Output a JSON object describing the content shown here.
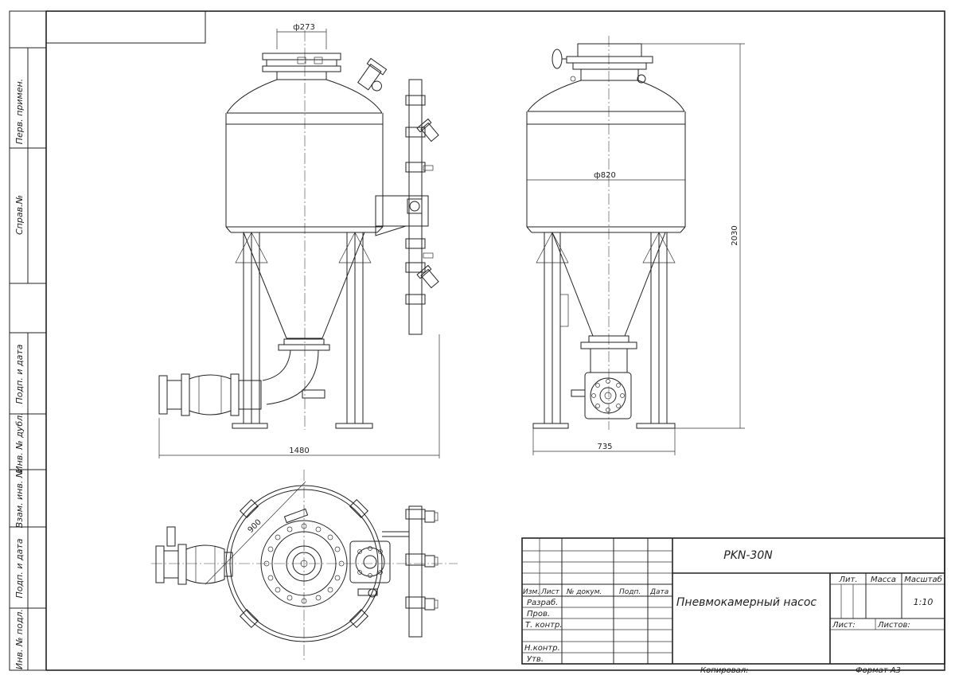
{
  "side_stamp": {
    "perv_primen": "Перв. примен.",
    "sprav_no": "Справ.№",
    "podp_data_1": "Подп. и дата",
    "inv_dubl": "Инв. № дубл.",
    "vzam_inv": "Взам. инв. №",
    "podp_data_2": "Подп. и дата",
    "inv_podl": "Инв. № подл."
  },
  "dimensions": {
    "top_flange": "ф273",
    "body_diameter": "ф820",
    "height": "2030",
    "width_front": "1480",
    "width_side": "735",
    "plan_diameter": "900"
  },
  "title_block": {
    "designation": "PKN-30N",
    "name": "Пневмокамерный насос",
    "col_izm": "Изм.",
    "col_list": "Лист",
    "col_doc": "№ докум.",
    "col_podp": "Подп.",
    "col_data": "Дата",
    "razrab": "Разраб.",
    "prov": "Пров.",
    "t_kontr": "Т. контр.",
    "n_kontr": "Н.контр.",
    "utv": "Утв.",
    "lit": "Лит.",
    "massa": "Масса",
    "masshtab": "Масштаб",
    "scale_value": "1:10",
    "list": "Лист:",
    "listov": "Листов:",
    "kopiroval": "Копировал:",
    "format": "Формат А3"
  }
}
